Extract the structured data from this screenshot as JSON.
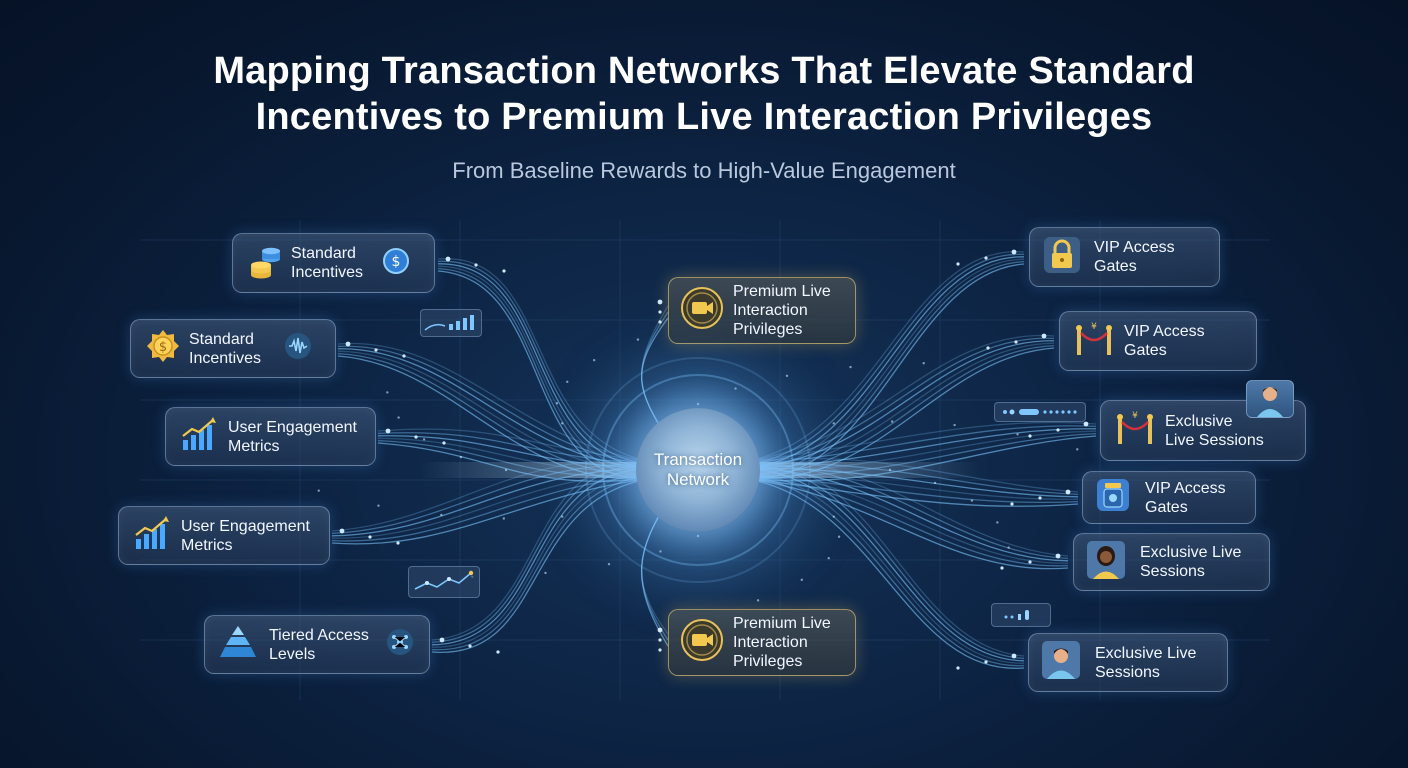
{
  "title": {
    "line1": "Mapping Transaction Networks That Elevate Standard",
    "line2": "Incentives to Premium Live Interaction Privileges"
  },
  "subtitle": "From Baseline Rewards to High-Value Engagement",
  "hub": {
    "line1": "Transaction",
    "line2": "Network"
  },
  "left_nodes": [
    {
      "line1": "Standard",
      "line2": "Incentives",
      "icon": "coin-stack-icon"
    },
    {
      "line1": "Standard",
      "line2": "Incentives",
      "icon": "gold-coin-icon"
    },
    {
      "line1": "User Engagement",
      "line2": "Metrics",
      "icon": "growth-chart-icon"
    },
    {
      "line1": "User Engagement",
      "line2": "Metrics",
      "icon": "growth-chart-icon"
    },
    {
      "line1": "Tiered Access",
      "line2": "Levels",
      "icon": "pyramid-icon"
    }
  ],
  "center_nodes": [
    {
      "line1": "Premium Live",
      "line2": "Interaction",
      "line3": "Privileges",
      "icon": "video-camera-icon"
    },
    {
      "line1": "Premium Live",
      "line2": "Interaction",
      "line3": "Privileges",
      "icon": "video-camera-icon"
    }
  ],
  "right_nodes": [
    {
      "line1": "VIP Access",
      "line2": "Gates",
      "icon": "padlock-icon"
    },
    {
      "line1": "VIP Access",
      "line2": "Gates",
      "icon": "velvet-rope-icon"
    },
    {
      "line1": "Exclusive",
      "line2": "Live Sessions",
      "icon": "velvet-rope-icon"
    },
    {
      "line1": "VIP Access",
      "line2": "Gates",
      "icon": "access-badge-icon"
    },
    {
      "line1": "Exclusive Live",
      "line2": "Sessions",
      "icon": "person-avatar-icon"
    },
    {
      "line1": "Exclusive Live",
      "line2": "Sessions",
      "icon": "person-avatar-icon"
    }
  ],
  "colors": {
    "background": "#0d2444",
    "line": "#7ec8ff",
    "glow": "#bfe6ff",
    "gold": "#e8c15a",
    "node_border": "#a9c8eb"
  }
}
